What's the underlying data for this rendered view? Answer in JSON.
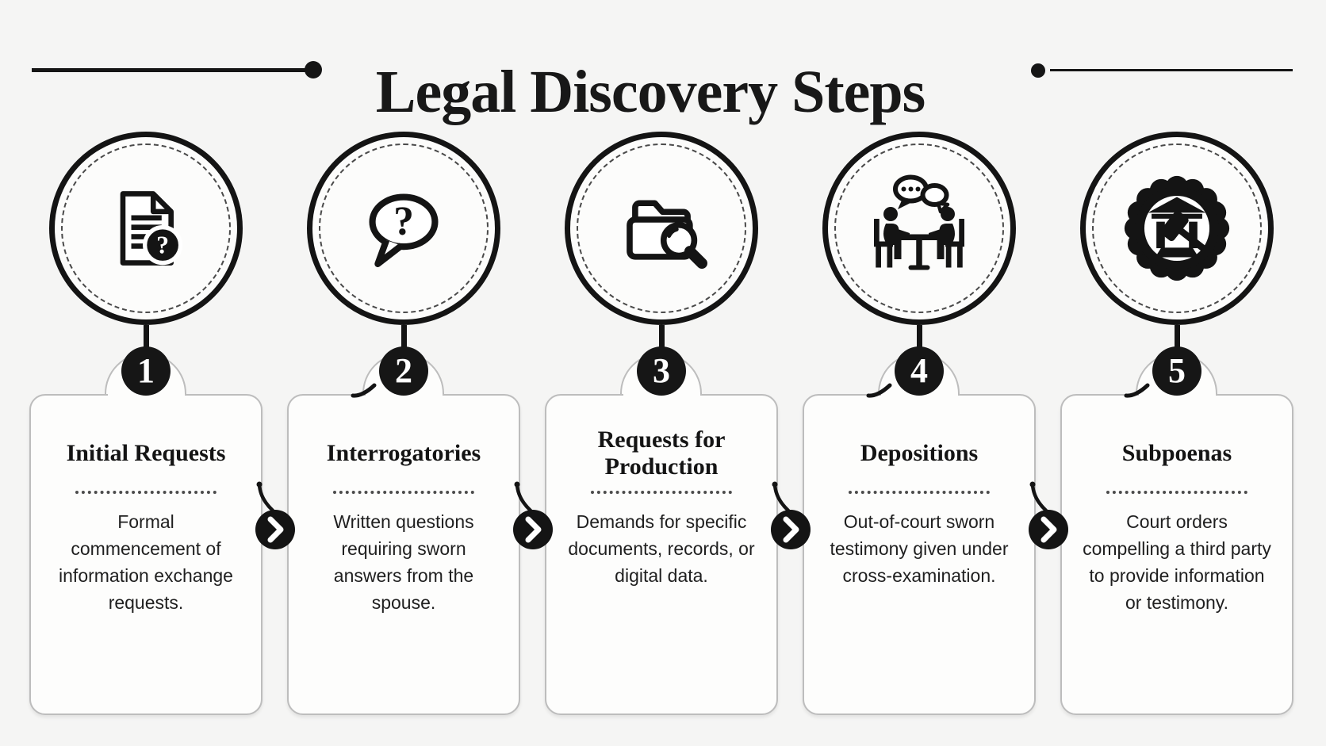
{
  "title": "Legal Discovery Steps",
  "steps": [
    {
      "number": "1",
      "icon": "document-question-icon",
      "title": "Initial Requests",
      "description": "Formal commencement of information exchange requests."
    },
    {
      "number": "2",
      "icon": "speech-bubble-question-icon",
      "title": "Interrogatories",
      "description": "Written questions requiring sworn answers from the spouse."
    },
    {
      "number": "3",
      "icon": "folder-search-icon",
      "title": "Requests for Production",
      "description": "Demands for specific documents, records, or digital data."
    },
    {
      "number": "4",
      "icon": "deposition-meeting-icon",
      "title": "Depositions",
      "description": "Out-of-court sworn testimony given under cross-examination."
    },
    {
      "number": "5",
      "icon": "court-seal-gavel-icon",
      "title": "Subpoenas",
      "description": "Court orders compelling a third party to provide information or testimony."
    }
  ],
  "colors": {
    "ink": "#141414",
    "page_background": "#f5f5f4",
    "card_background": "#fdfdfc",
    "card_border": "#bdbdbd",
    "badge_background": "#161616",
    "badge_text": "#ffffff"
  }
}
